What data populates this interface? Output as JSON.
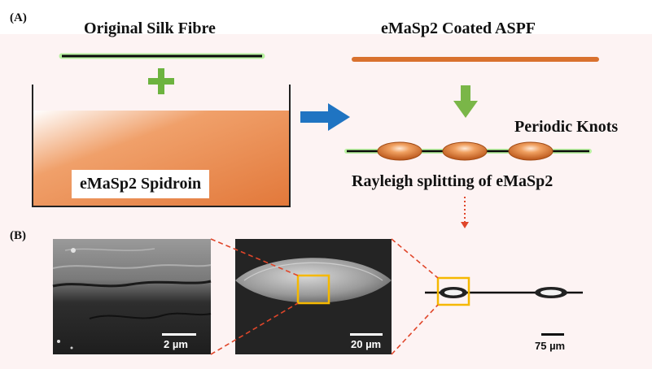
{
  "panel_a": {
    "label": "(A)",
    "left_title": "Original Silk Fibre",
    "right_title": "eMaSp2 Coated ASPF",
    "container_label": "eMaSp2 Spidroin",
    "knots_label": "Periodic Knots",
    "splitting_label": "Rayleigh splitting of eMaSp2"
  },
  "panel_b": {
    "label": "(B)",
    "scale_bars": [
      "2 µm",
      "20 µm",
      "75 µm"
    ]
  },
  "colors": {
    "fibre_green": "#1a9a1a",
    "plus_green": "#6db33f",
    "orange": "#d9712e",
    "arrow_blue": "#1f74c2",
    "arrow_down_green": "#7ab648",
    "zoom_red": "#e0462a",
    "highlight_yellow": "#f5b800",
    "page_tint": "#fdf2f2"
  }
}
